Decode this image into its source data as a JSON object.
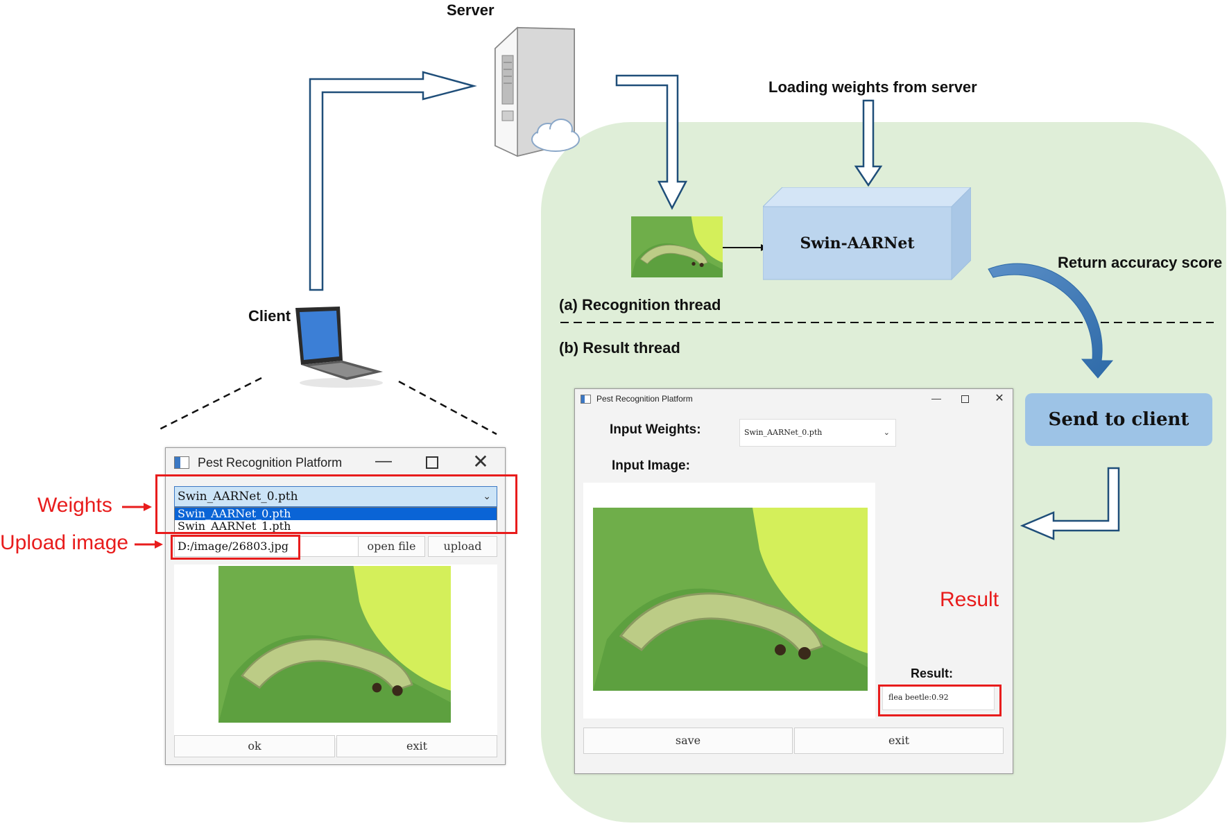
{
  "labels": {
    "server": "Server",
    "client": "Client",
    "loading_weights": "Loading weights from server",
    "swin_aarnet": "Swin-AARNet",
    "return_accuracy": "Return accuracy score",
    "recognition_thread": "(a) Recognition thread",
    "result_thread": "(b) Result thread",
    "send_to_client": "Send to client"
  },
  "annotations": {
    "weights": "Weights",
    "upload_image": "Upload image",
    "result": "Result"
  },
  "client_window": {
    "title": "Pest Recognition Platform",
    "selected_weight": "Swin_AARNet_0.pth",
    "options": [
      "Swin_AARNet_0.pth",
      "Swin_AARNet_1.pth"
    ],
    "file_path": "D:/image/26803.jpg",
    "open_file_label": "open file",
    "upload_label": "upload",
    "ok_label": "ok",
    "exit_label": "exit"
  },
  "result_window": {
    "title": "Pest Recognition Platform",
    "input_weights_label": "Input Weights:",
    "selected_weight": "Swin_AARNet_0.pth",
    "input_image_label": "Input Image:",
    "result_label": "Result:",
    "result_value": "flea beetle:0.92",
    "save_label": "save",
    "exit_label": "exit"
  },
  "colors": {
    "green_region": "#dfeed8",
    "arrow_stroke": "#1f4e79",
    "annotation_red": "#e81c1c",
    "model_box": "#bcd5ee",
    "send_button": "#9dc3e6"
  },
  "icons": [
    "server-icon",
    "cloud-icon",
    "laptop-icon",
    "caterpillar-image"
  ]
}
